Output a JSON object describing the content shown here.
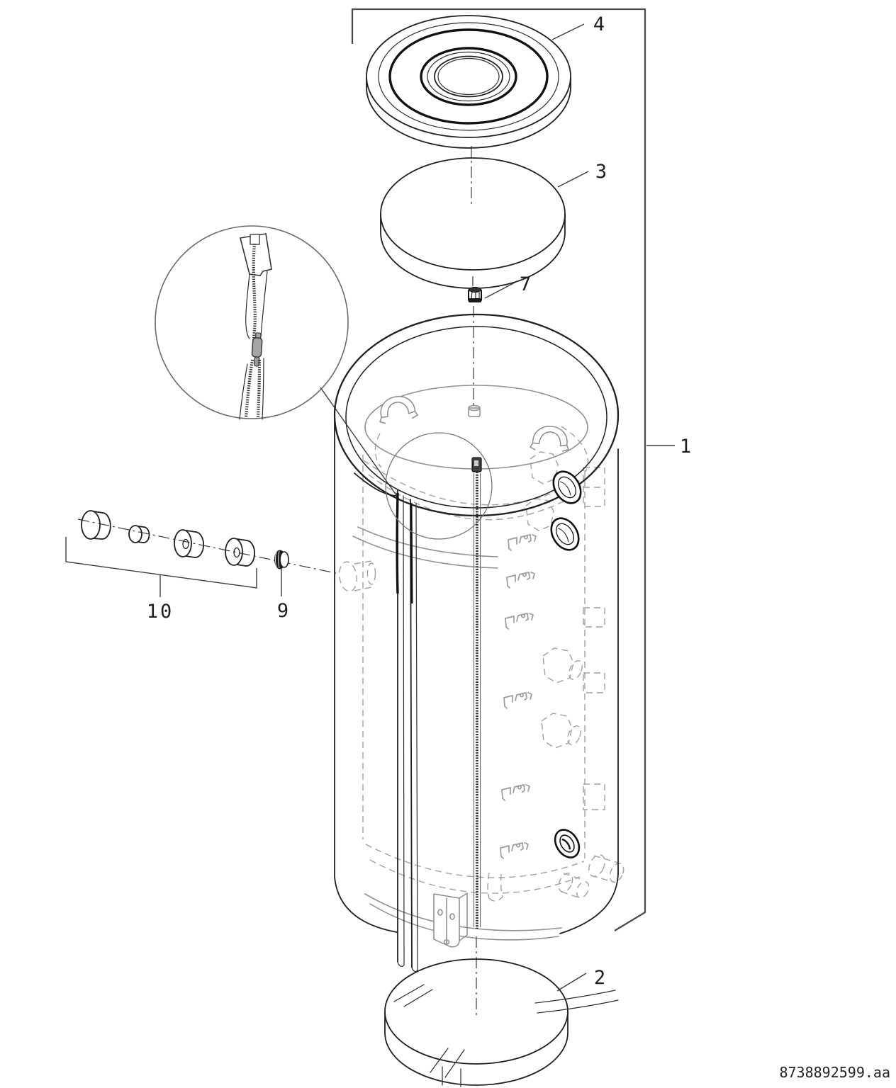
{
  "drawing": {
    "number": "8738892599.aa",
    "callouts": {
      "c1": "1",
      "c2": "2",
      "c3": "3",
      "c4": "4",
      "c7": "7",
      "c9": "9",
      "c10": "10"
    },
    "colors": {
      "line": "#1f1f1f",
      "soft_part": "#909090",
      "hidden": "#a0a0a0",
      "background": "#ffffff"
    }
  }
}
